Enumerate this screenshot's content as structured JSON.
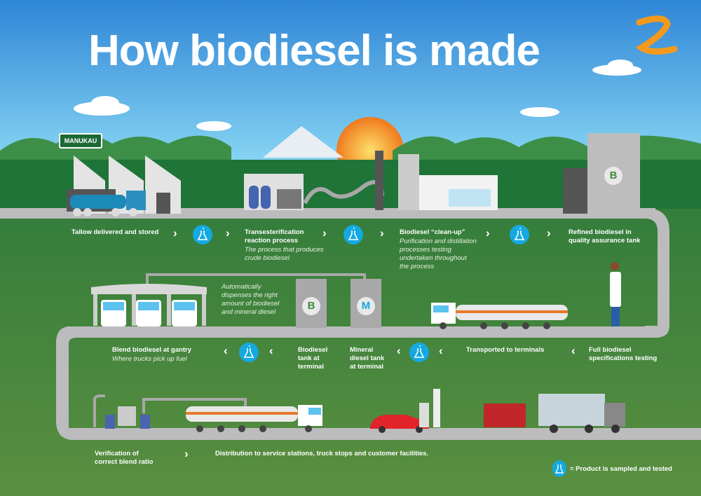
{
  "title": "How biodiesel is made",
  "sign": "MANUKAU",
  "tank_letters": {
    "qa": "B",
    "biodiesel": "B",
    "mineral": "M"
  },
  "steps_row1": [
    {
      "label": "Tallow delivered and stored"
    },
    {
      "label": "Transesterification reaction process",
      "detail": "The process that produces crude biodiesel"
    },
    {
      "label": "Biodiesel “clean-up”",
      "detail": "Purification and distillation processes testing undertaken throughout the process"
    },
    {
      "label": "Refined biodiesel in quality assurance tank"
    }
  ],
  "gantry_note": "Automatically dispenses the right amount of biodiesel and mineral diesel",
  "steps_row2": [
    {
      "label": "Blend biodiesel at gantry",
      "detail": "Where trucks pick up fuel"
    },
    {
      "label": "Biodiesel tank at terminal"
    },
    {
      "label": "Mineral diesel tank at terminal"
    },
    {
      "label": "Transported to terminals"
    },
    {
      "label": "Full biodiesel specifications testing"
    }
  ],
  "steps_row3": [
    {
      "label": "Verification of correct blend ratio"
    },
    {
      "label": "Distribution to service stations, truck stops and customer facilities."
    }
  ],
  "legend": "= Product is sampled and tested",
  "colors": {
    "sky_top": "#2f86d6",
    "sky_bottom": "#7fd0f2",
    "grass": "#4f8a3e",
    "road": "#bcbcbe",
    "flask": "#14a9e1",
    "logo": "#f39a1e"
  }
}
